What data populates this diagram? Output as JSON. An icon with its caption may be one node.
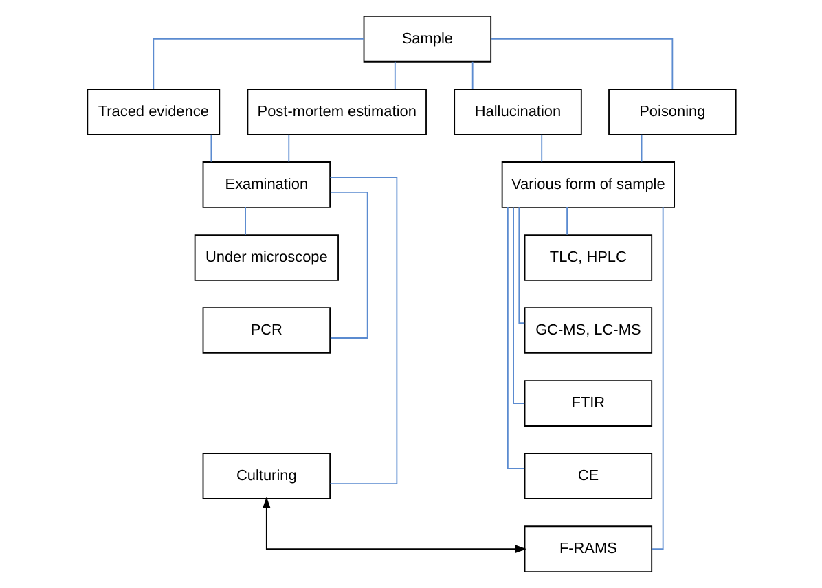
{
  "diagram": {
    "nodes": [
      {
        "text": [
          "Sample"
        ]
      },
      {
        "text": [
          "Traced evidence"
        ]
      },
      {
        "text": [
          "Post-mortem estimation"
        ]
      },
      {
        "text": [
          "Hallucination"
        ]
      },
      {
        "text": [
          "Poisoning"
        ]
      },
      {
        "text": [
          "Examination"
        ]
      },
      {
        "text": [
          "Under microscope"
        ]
      },
      {
        "text": [
          "PCR"
        ]
      },
      {
        "text": [
          "Culturing"
        ]
      },
      {
        "text": [
          "Various form of sample"
        ]
      },
      {
        "text": [
          "TLC, HPLC"
        ]
      },
      {
        "text": [
          "GC-MS, LC-MS"
        ]
      },
      {
        "text": [
          "FTIR"
        ]
      },
      {
        "text": [
          "CE"
        ]
      },
      {
        "text": [
          "F-RAMS"
        ]
      }
    ],
    "edges": [
      {
        "from": 0,
        "to": 1,
        "arrow": "none"
      },
      {
        "from": 0,
        "to": 2,
        "arrow": "none"
      },
      {
        "from": 0,
        "to": 3,
        "arrow": "none"
      },
      {
        "from": 0,
        "to": 4,
        "arrow": "none"
      },
      {
        "from": 1,
        "to": 5,
        "arrow": "none"
      },
      {
        "from": 2,
        "to": 5,
        "arrow": "none"
      },
      {
        "from": 3,
        "to": 9,
        "arrow": "none"
      },
      {
        "from": 4,
        "to": 9,
        "arrow": "none"
      },
      {
        "from": 5,
        "to": 6,
        "arrow": "none"
      },
      {
        "from": 5,
        "to": 7,
        "arrow": "none"
      },
      {
        "from": 5,
        "to": 8,
        "arrow": "none"
      },
      {
        "from": 9,
        "to": 10,
        "arrow": "none"
      },
      {
        "from": 9,
        "to": 11,
        "arrow": "none"
      },
      {
        "from": 9,
        "to": 12,
        "arrow": "none"
      },
      {
        "from": 9,
        "to": 13,
        "arrow": "none"
      },
      {
        "from": 9,
        "to": 14,
        "arrow": "none"
      },
      {
        "from": 8,
        "to": 14,
        "arrow": "both",
        "color": "#000000"
      }
    ]
  }
}
